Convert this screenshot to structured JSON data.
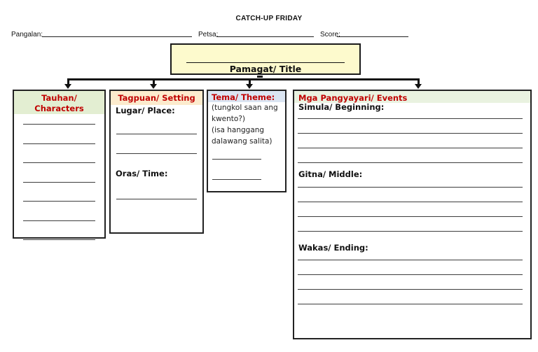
{
  "colors": {
    "accent_red": "#c00000",
    "title_box_bg": "#fdfacd",
    "tauhan_header_bg": "#e3eed2",
    "tagpuan_header_bg": "#fcebcd",
    "tema_header_bg": "#dbe5f2",
    "events_header_bg": "#e9f2e0"
  },
  "header": {
    "title": "CATCH-UP FRIDAY",
    "name_label": "Pangalan:",
    "date_label": "Petsa:",
    "score_label": "Score:"
  },
  "title_box": {
    "label": "Pamagat/ Title"
  },
  "tauhan": {
    "header_line1": "Tauhan/",
    "header_line2": "Characters",
    "blank_lines": 7
  },
  "tagpuan": {
    "header": "Tagpuan/ Setting",
    "place_label": "Lugar/ Place:",
    "place_lines": 2,
    "time_label": "Oras/ Time:",
    "time_lines": 1
  },
  "tema": {
    "header": "Tema/ Theme:",
    "note1": "(tungkol saan ang kwento?)",
    "note2": "(isa hanggang dalawang salita)",
    "blank_lines": 2
  },
  "events": {
    "header": "Mga Pangyayari/ Events",
    "sections": [
      {
        "label": "Simula/ Beginning:",
        "lines": 4
      },
      {
        "label": "Gitna/ Middle:",
        "lines": 4
      },
      {
        "label": "Wakas/ Ending:",
        "lines": 4
      }
    ]
  }
}
